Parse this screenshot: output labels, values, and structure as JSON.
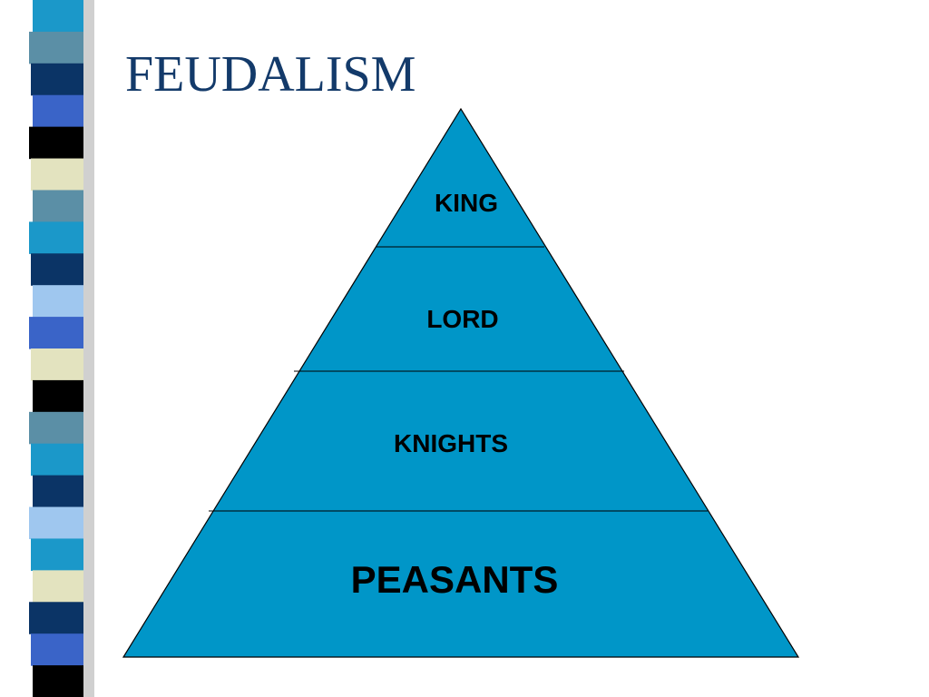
{
  "slide": {
    "title": "FEUDALISM"
  },
  "pyramid": {
    "fill_color": "#0096c8",
    "tiers": [
      {
        "label": "KING"
      },
      {
        "label": "LORD"
      },
      {
        "label": "KNIGHTS"
      },
      {
        "label": "PEASANTS"
      }
    ]
  },
  "decoration": {
    "stripe_colors": [
      "#1b98c9",
      "#5b8fa6",
      "#0b3466",
      "#3a64c8",
      "#000000",
      "#e3e3bf",
      "#5b8fa6",
      "#1b98c9",
      "#0b3466",
      "#9fc7ef",
      "#3a64c8",
      "#e3e3bf",
      "#000000",
      "#5b8fa6",
      "#1b98c9",
      "#0b3466",
      "#9fc7ef",
      "#1b98c9",
      "#e3e3bf",
      "#0b3466",
      "#3a64c8",
      "#000000"
    ]
  }
}
